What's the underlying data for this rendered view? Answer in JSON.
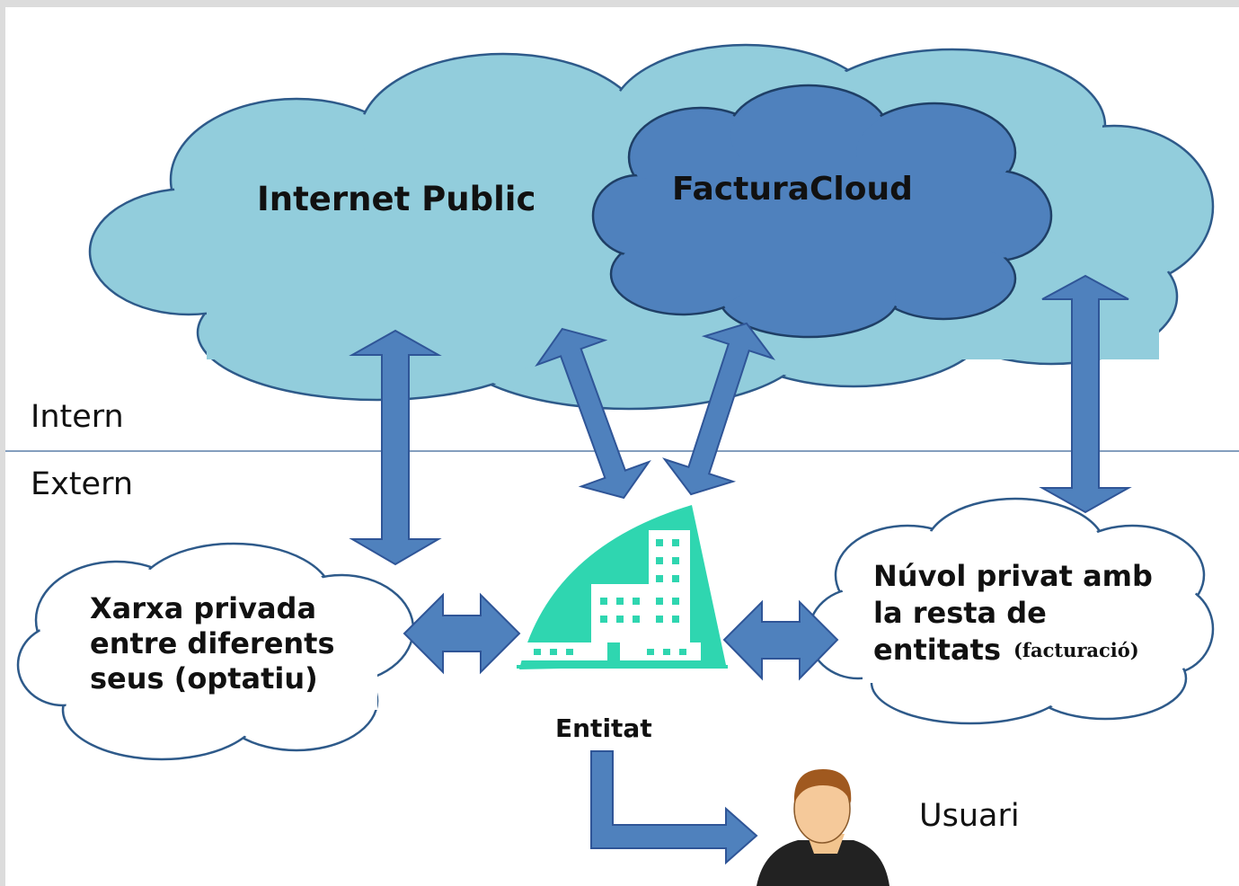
{
  "zones": {
    "intern_label": "Intern",
    "extern_label": "Extern"
  },
  "clouds": {
    "internet_public": {
      "label": "Internet Public"
    },
    "facturacloud": {
      "label": "FacturaCloud"
    },
    "private_network": {
      "line1": "Xarxa privada",
      "line2": "entre diferents",
      "line3": "seus (optatiu)"
    },
    "private_cloud": {
      "line1": "Núvol privat amb",
      "line2": "la resta de",
      "line3": "entitats",
      "line3_suffix": "(facturació)"
    }
  },
  "entity": {
    "label": "Entitat"
  },
  "user": {
    "label": "Usuari"
  },
  "colors": {
    "light_cloud": "#92cddc",
    "dark_cloud": "#4f81bd",
    "cloud_outline": "#2e5a8a",
    "arrow_fill": "#4f81bd",
    "arrow_stroke": "#2f5597",
    "building": "#2fd6b0",
    "divider": "#5b7ea8"
  },
  "icons": [
    "building-icon",
    "user-avatar-icon"
  ]
}
